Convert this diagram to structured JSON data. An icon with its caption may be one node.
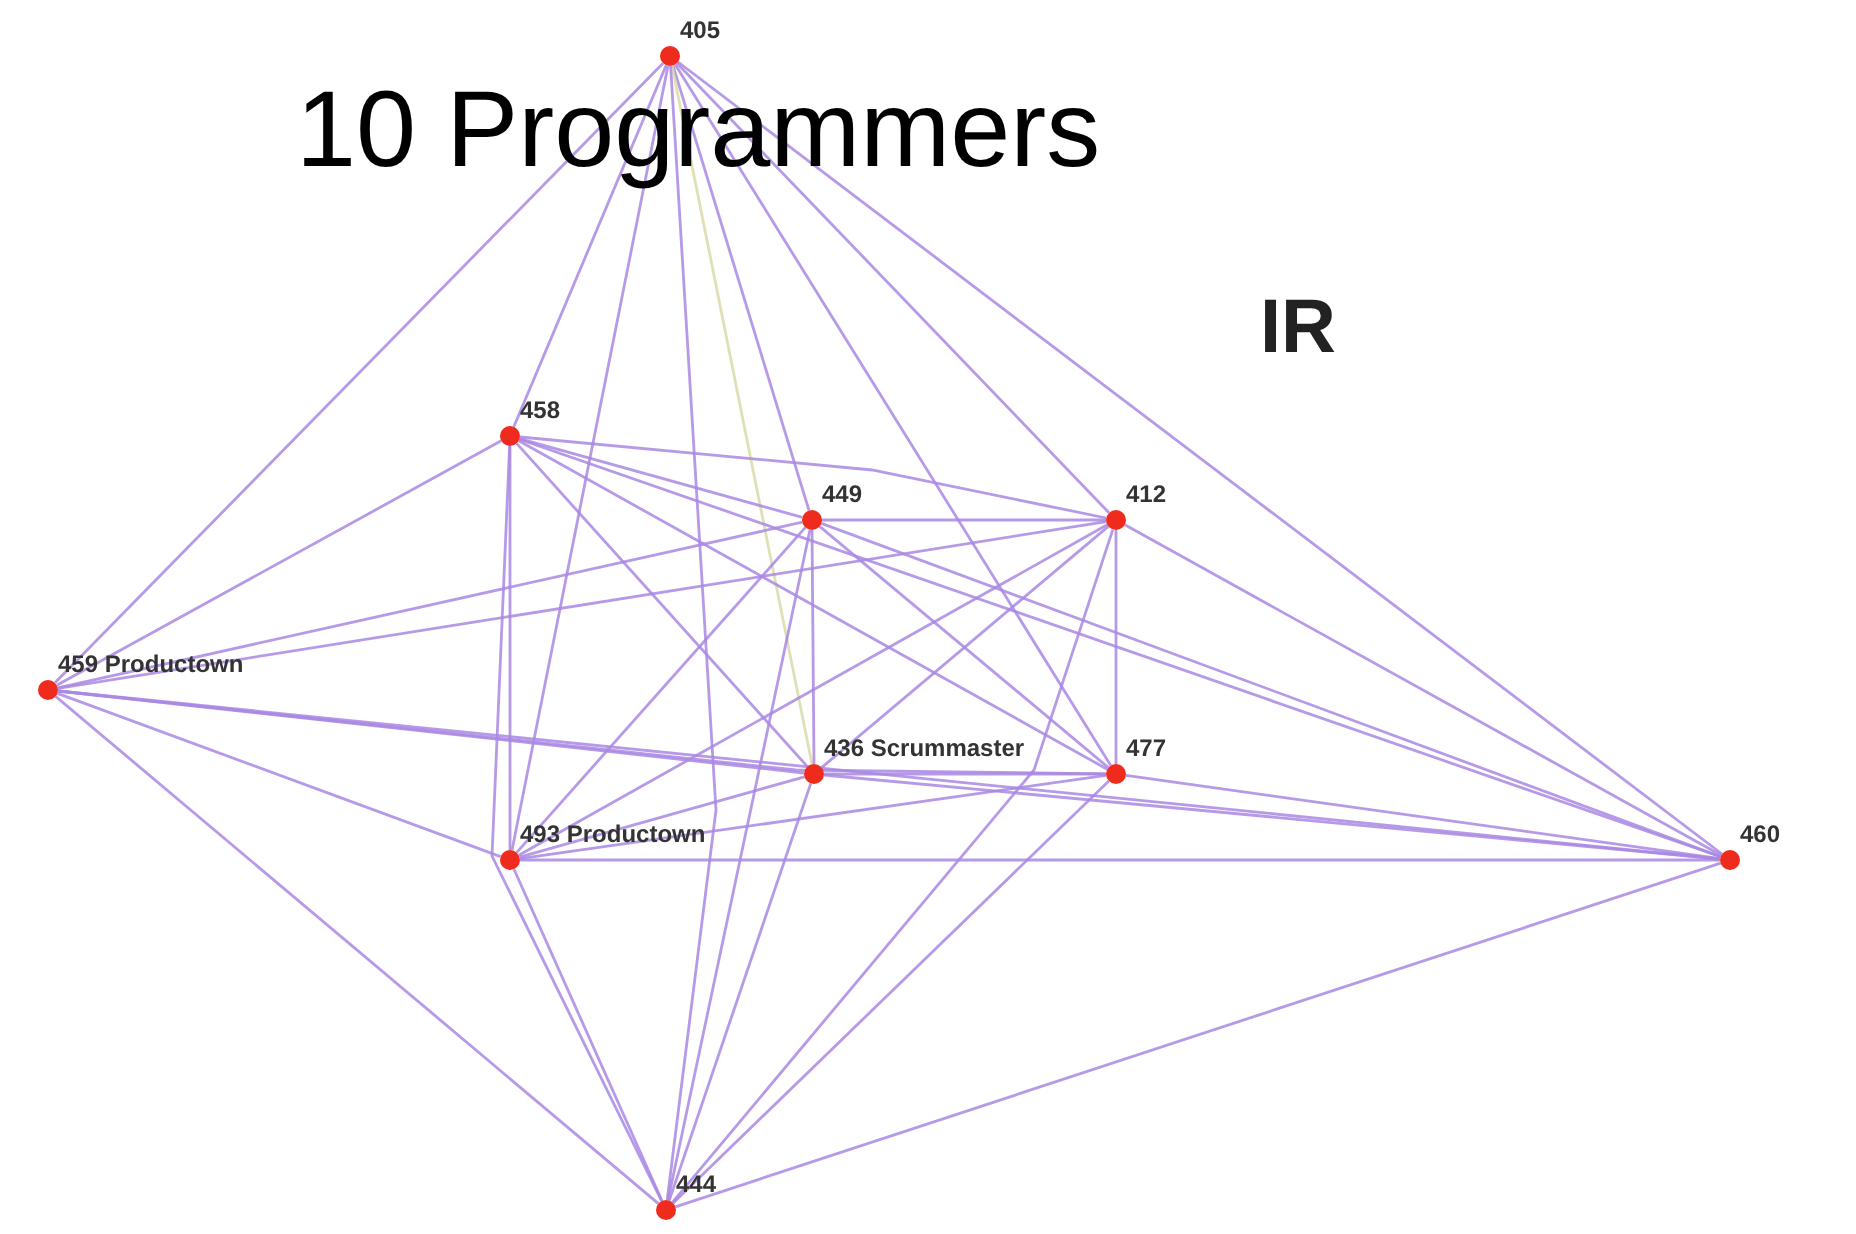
{
  "diagram": {
    "title": "10 Programmers",
    "nodes": [
      {
        "text": [
          "405"
        ]
      },
      {
        "text": [
          "458"
        ]
      },
      {
        "text": [
          "449"
        ]
      },
      {
        "text": [
          "412"
        ]
      },
      {
        "text": [
          "459 Productown"
        ]
      },
      {
        "text": [
          "436 Scrummaster"
        ]
      },
      {
        "text": [
          "477"
        ]
      },
      {
        "text": [
          "493 Productown"
        ]
      },
      {
        "text": [
          "460"
        ]
      },
      {
        "text": [
          "444"
        ]
      }
    ],
    "edges": [
      {
        "from": 0,
        "to": 1,
        "arrow": "none"
      },
      {
        "from": 0,
        "to": 2,
        "arrow": "none"
      },
      {
        "from": 0,
        "to": 3,
        "arrow": "none"
      },
      {
        "from": 0,
        "to": 4,
        "arrow": "none"
      },
      {
        "from": 0,
        "to": 5,
        "arrow": "none",
        "color": "#d9dca8"
      },
      {
        "from": 0,
        "to": 6,
        "arrow": "none"
      },
      {
        "from": 0,
        "to": 7,
        "arrow": "none"
      },
      {
        "from": 0,
        "to": 8,
        "arrow": "none"
      },
      {
        "from": 0,
        "to": 9,
        "arrow": "none"
      },
      {
        "from": 1,
        "to": 2,
        "arrow": "none"
      },
      {
        "from": 1,
        "to": 3,
        "arrow": "none"
      },
      {
        "from": 1,
        "to": 4,
        "arrow": "none"
      },
      {
        "from": 1,
        "to": 5,
        "arrow": "none"
      },
      {
        "from": 1,
        "to": 6,
        "arrow": "none"
      },
      {
        "from": 1,
        "to": 7,
        "arrow": "none"
      },
      {
        "from": 1,
        "to": 8,
        "arrow": "none"
      },
      {
        "from": 1,
        "to": 9,
        "arrow": "none"
      },
      {
        "from": 2,
        "to": 3,
        "arrow": "none"
      },
      {
        "from": 2,
        "to": 4,
        "arrow": "none"
      },
      {
        "from": 2,
        "to": 5,
        "arrow": "none"
      },
      {
        "from": 2,
        "to": 6,
        "arrow": "none"
      },
      {
        "from": 2,
        "to": 7,
        "arrow": "none"
      },
      {
        "from": 2,
        "to": 8,
        "arrow": "none"
      },
      {
        "from": 2,
        "to": 9,
        "arrow": "none"
      },
      {
        "from": 3,
        "to": 4,
        "arrow": "none"
      },
      {
        "from": 3,
        "to": 5,
        "arrow": "none"
      },
      {
        "from": 3,
        "to": 6,
        "arrow": "none"
      },
      {
        "from": 3,
        "to": 7,
        "arrow": "none"
      },
      {
        "from": 3,
        "to": 8,
        "arrow": "none"
      },
      {
        "from": 3,
        "to": 9,
        "arrow": "none"
      },
      {
        "from": 4,
        "to": 5,
        "arrow": "none"
      },
      {
        "from": 4,
        "to": 6,
        "arrow": "none"
      },
      {
        "from": 4,
        "to": 7,
        "arrow": "none"
      },
      {
        "from": 4,
        "to": 8,
        "arrow": "none"
      },
      {
        "from": 4,
        "to": 9,
        "arrow": "none"
      },
      {
        "from": 5,
        "to": 6,
        "arrow": "none"
      },
      {
        "from": 5,
        "to": 7,
        "arrow": "none"
      },
      {
        "from": 5,
        "to": 8,
        "arrow": "none"
      },
      {
        "from": 5,
        "to": 9,
        "arrow": "none"
      },
      {
        "from": 6,
        "to": 7,
        "arrow": "none"
      },
      {
        "from": 6,
        "to": 8,
        "arrow": "none"
      },
      {
        "from": 6,
        "to": 9,
        "arrow": "none"
      },
      {
        "from": 7,
        "to": 8,
        "arrow": "none"
      },
      {
        "from": 7,
        "to": 9,
        "arrow": "none"
      },
      {
        "from": 8,
        "to": 9,
        "arrow": "none"
      }
    ],
    "labels": [
      "IR"
    ]
  }
}
